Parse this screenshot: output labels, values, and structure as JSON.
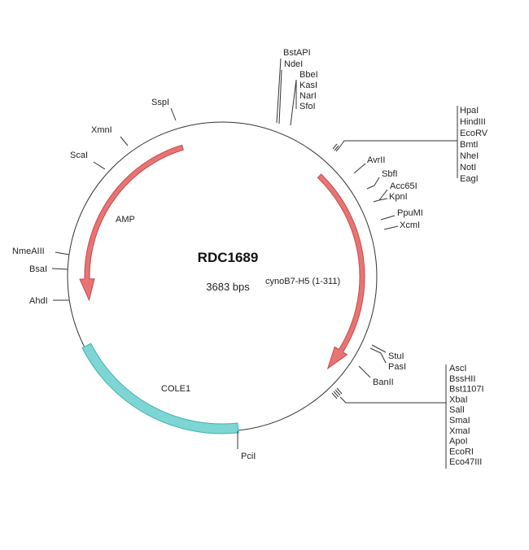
{
  "plasmid": {
    "name": "RDC1689",
    "size": "3683 bps"
  },
  "features": {
    "amp": "AMP",
    "insert": "cynoB7-H5 (1-311)",
    "ori": "COLE1"
  },
  "colors": {
    "arrow": "#e87474",
    "arrow_edge": "#c84a4a",
    "ori": "#7dd6d4",
    "ori_edge": "#3fb3b0"
  },
  "sites": {
    "top1": [
      "BstAPI",
      "NdeI"
    ],
    "top2": [
      "BbeI",
      "KasI",
      "NarI",
      "SfoI"
    ],
    "group1": [
      "HpaI",
      "HindIII",
      "EcoRV",
      "BmtI",
      "NheI",
      "NotI",
      "EagI"
    ],
    "avrii": "AvrII",
    "sbfi": "SbfI",
    "acc65i": "Acc65I",
    "kpni": "KpnI",
    "ppumi": "PpuMI",
    "xcmi": "XcmI",
    "stui": "StuI",
    "pasi": "PasI",
    "banii": "BanII",
    "group2": [
      "AscI",
      "BssHII",
      "Bst1107I",
      "XbaI",
      "SalI",
      "SmaI",
      "XmaI",
      "ApoI",
      "EcoRI",
      "Eco47III"
    ],
    "pcii": "PciI",
    "ahdi": "AhdI",
    "bsai": "BsaI",
    "nmeaiii": "NmeAIII",
    "scai": "ScaI",
    "xmni": "XmnI",
    "sspi": "SspI"
  }
}
